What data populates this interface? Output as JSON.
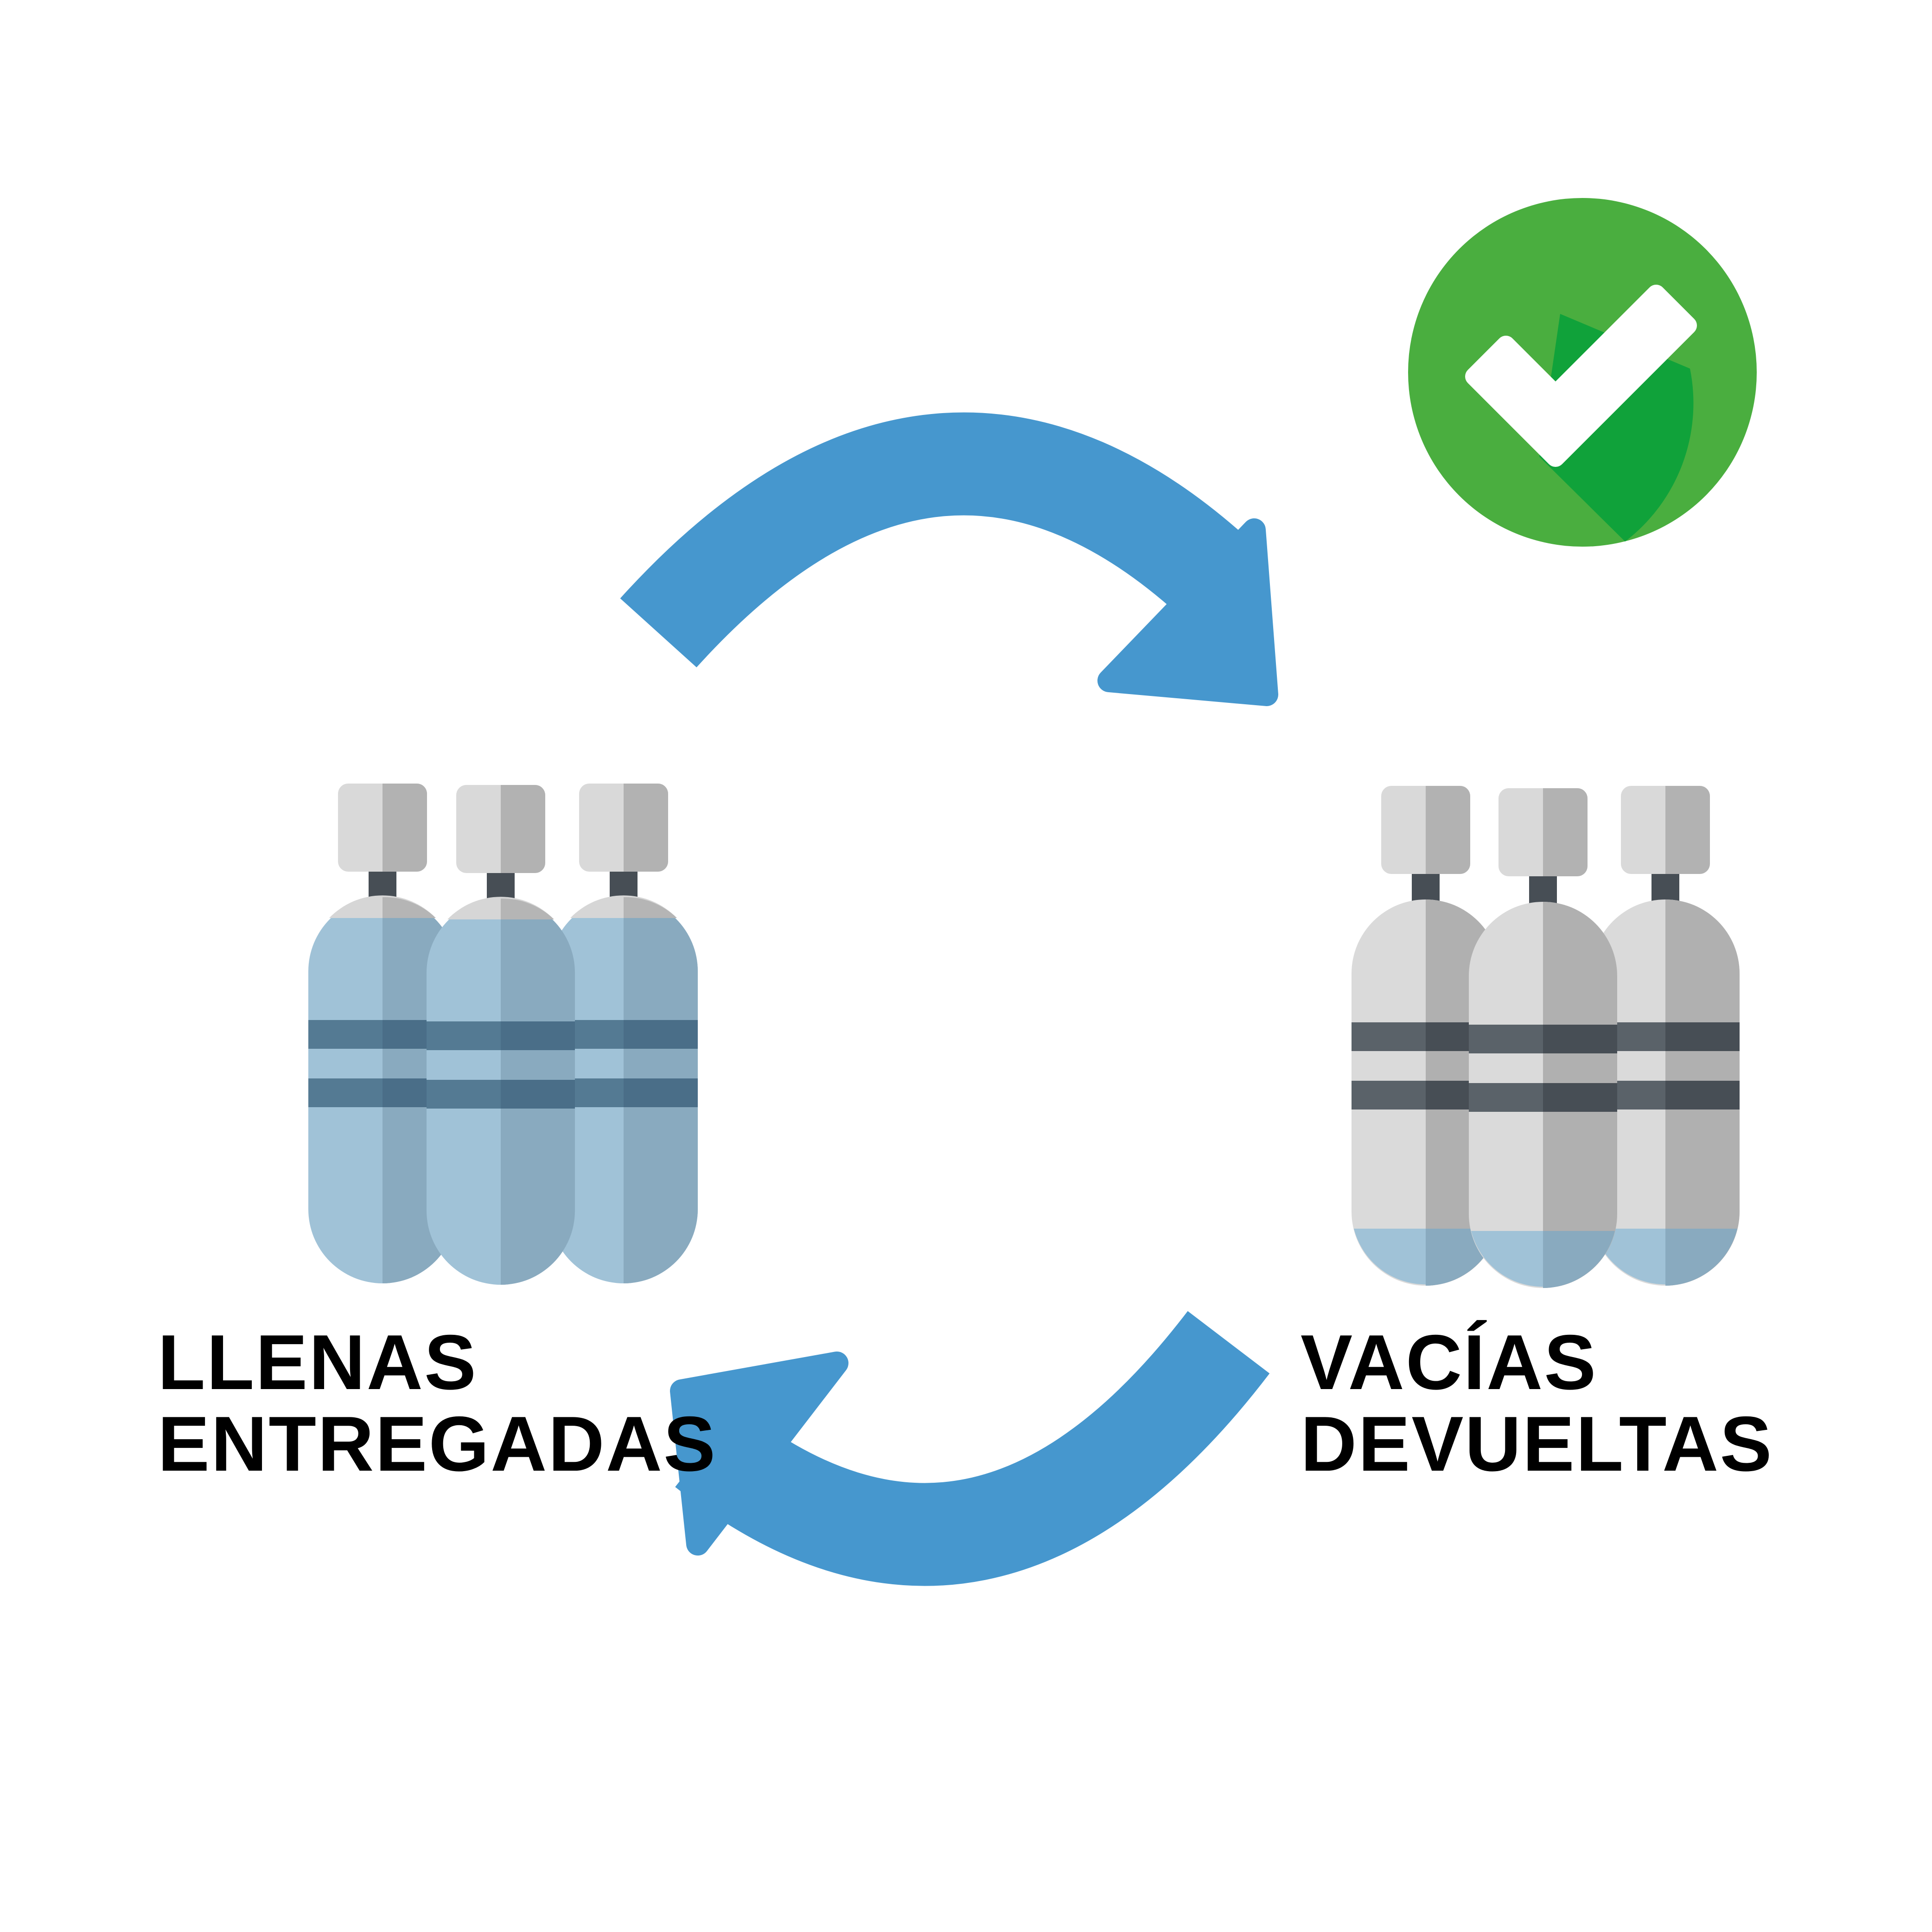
{
  "labels": {
    "full": {
      "line1": "LLENAS",
      "line2": "ENTREGADAS"
    },
    "empty": {
      "line1": "VACÍAS",
      "line2": "DEVUELTAS"
    }
  },
  "icons": {
    "full_cylinders": "oxygen-cylinder-group-icon",
    "empty_cylinders": "oxygen-cylinder-group-icon",
    "top_arrow": "curved-arrow-right-icon",
    "bottom_arrow": "curved-arrow-left-icon",
    "check": "check-circle-icon"
  },
  "colors": {
    "arrow": "#4697CE",
    "check_green": "#4AAE3F",
    "check_shadow": "#10A23A",
    "full_cylinder_light": "#A0C2D7",
    "full_cylinder_dark": "#89AABF",
    "full_band_light": "#547A93",
    "full_band_dark": "#4A6E88",
    "empty_cylinder_light": "#DADADA",
    "empty_cylinder_dark": "#B0B0B0",
    "band_light": "#5A6269",
    "band_dark": "#474E55",
    "cap_light": "#D9D9D9",
    "cap_dark": "#B2B2B2"
  }
}
